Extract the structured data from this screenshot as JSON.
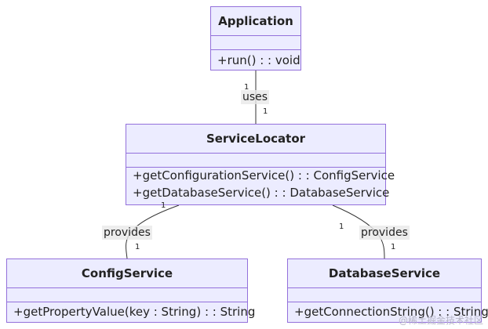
{
  "classes": {
    "application": {
      "name": "Application",
      "methods": [
        "+run() : : void"
      ]
    },
    "service_locator": {
      "name": "ServiceLocator",
      "methods": [
        "+getConfigurationService() : : ConfigService",
        "+getDatabaseService() : : DatabaseService"
      ]
    },
    "config_service": {
      "name": "ConfigService",
      "methods": [
        "+getPropertyValue(key : String) : : String"
      ]
    },
    "database_service": {
      "name": "DatabaseService",
      "methods": [
        "+getConnectionString() : : String"
      ]
    }
  },
  "relations": {
    "uses": {
      "label": "uses",
      "from_mult": "1",
      "to_mult": "1"
    },
    "provides_config": {
      "label": "provides",
      "from_mult": "1",
      "to_mult": "1"
    },
    "provides_database": {
      "label": "provides",
      "from_mult": "1",
      "to_mult": "1"
    }
  },
  "colors": {
    "node_fill": "#ECECFF",
    "node_border": "#9370DB",
    "edge": "#333333",
    "label_bg": "#E8E8E8"
  },
  "watermark": "@稀土掘金技术社区"
}
